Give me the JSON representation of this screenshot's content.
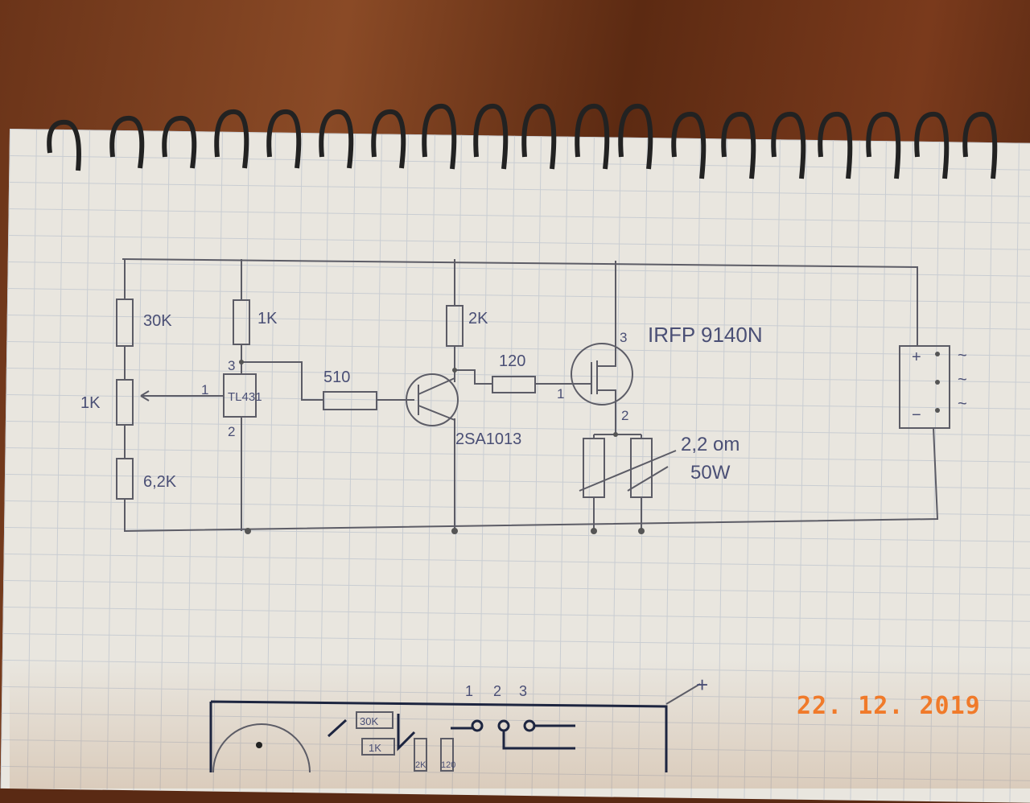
{
  "schematic": {
    "r1": "30K",
    "pot": "1K",
    "r2": "6,2K",
    "r3": "1K",
    "ic": "TL431",
    "ic_pin1": "1",
    "ic_pin2": "2",
    "ic_pin3": "3",
    "r4": "510",
    "r5": "2K",
    "transistor": "2SA1013",
    "r6": "120",
    "mosfet": "IRFP 9140N",
    "mosfet_pin1": "1",
    "mosfet_pin2": "2",
    "mosfet_pin3": "3",
    "load_value": "2,2 om",
    "load_power": "50W",
    "bridge_plus": "+",
    "bridge_minus": "−",
    "bridge_ac1": "~",
    "bridge_ac2": "~",
    "bridge_ac3": "~"
  },
  "board_sketch": {
    "pins": [
      "1",
      "2",
      "3"
    ],
    "plus": "+",
    "r1": "30K",
    "r2": "1K",
    "r3": "2K",
    "r4": "120"
  },
  "date_stamp": "22. 12. 2019",
  "colors": {
    "date": "#f07a2a",
    "ink": "#4a4f75"
  }
}
